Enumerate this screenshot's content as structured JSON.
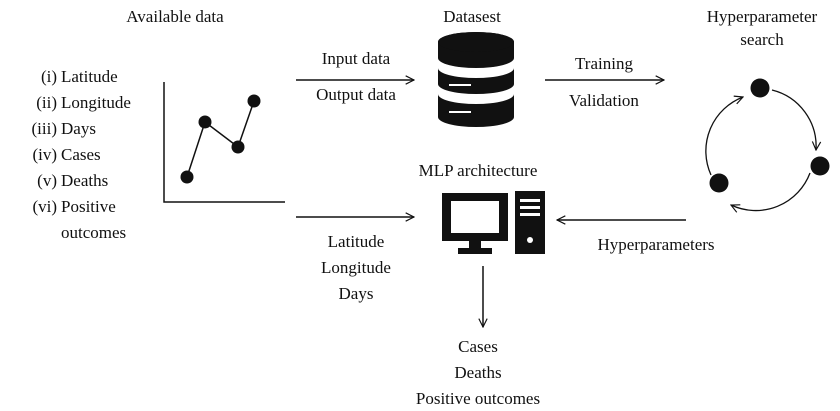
{
  "available_data": {
    "title": "Available data",
    "items": [
      {
        "num": "(i)",
        "label": "Latitude"
      },
      {
        "num": "(ii)",
        "label": "Longitude"
      },
      {
        "num": "(iii)",
        "label": "Days"
      },
      {
        "num": "(iv)",
        "label": "Cases"
      },
      {
        "num": "(v)",
        "label": "Deaths"
      },
      {
        "num": "(vi)",
        "label": "Positive"
      }
    ],
    "item_continuation": "outcomes"
  },
  "input_arrow": {
    "top_label": "Input data",
    "bottom_label": "Output data"
  },
  "dataset": {
    "title": "Datasest",
    "icon": "database-icon"
  },
  "training_arrow": {
    "top_label": "Training",
    "bottom_label": "Validation"
  },
  "hyperparameter_search": {
    "title_line1": "Hyperparameter",
    "title_line2": "search",
    "icon": "cycle-icon"
  },
  "mlp": {
    "title": "MLP architecture",
    "icon": "computer-icon"
  },
  "mlp_inputs": [
    "Latitude",
    "Longitude",
    "Days"
  ],
  "hyperparameters_arrow": {
    "label": "Hyperparameters"
  },
  "mlp_outputs": [
    "Cases",
    "Deaths",
    "Positive outcomes"
  ],
  "colors": {
    "ink": "#111111",
    "background": "#ffffff"
  }
}
